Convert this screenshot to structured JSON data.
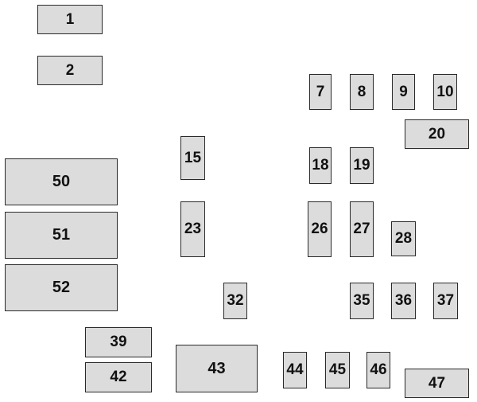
{
  "fuse_labels": {
    "f1": "1",
    "f2": "2",
    "f7": "7",
    "f8": "8",
    "f9": "9",
    "f10": "10",
    "f15": "15",
    "f18": "18",
    "f19": "19",
    "f20": "20",
    "f23": "23",
    "f26": "26",
    "f27": "27",
    "f28": "28",
    "f32": "32",
    "f35": "35",
    "f36": "36",
    "f37": "37",
    "f39": "39",
    "f42": "42",
    "f43": "43",
    "f44": "44",
    "f45": "45",
    "f46": "46",
    "f47": "47",
    "f50": "50",
    "f51": "51",
    "f52": "52"
  },
  "colors": {
    "cell_fill": "#dcdcdc",
    "cell_border": "#2a2a2a",
    "text": "#111111",
    "background": "#ffffff"
  }
}
